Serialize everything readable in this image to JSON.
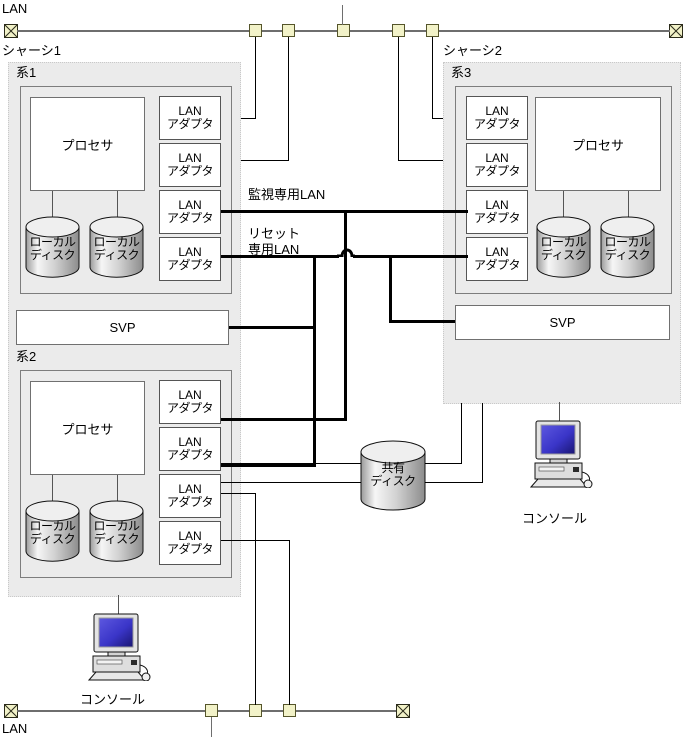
{
  "diagram": {
    "title": "",
    "labels": {
      "lan_top": "LAN",
      "lan_bottom": "LAN",
      "chassis1": "シャーシ1",
      "chassis2": "シャーシ2",
      "kei1": "系1",
      "kei2": "系2",
      "kei3": "系3",
      "monitor_lan": "監視専用LAN",
      "reset_lan_line1": "リセット",
      "reset_lan_line2": "専用LAN"
    },
    "nodes": {
      "processor": "プロセサ",
      "local_disk": {
        "line1": "ローカル",
        "line2": "ディスク"
      },
      "shared_disk": {
        "line1": "共有",
        "line2": "ディスク"
      },
      "lan_adapter": {
        "line1": "LAN",
        "line2": "アダプタ"
      },
      "svp": "SVP",
      "console": "コンソール"
    },
    "colors": {
      "panel": "#ebebeb",
      "box_fill": "#ffffff",
      "box_border": "#707070",
      "wire": "#000000",
      "backbone": "#6e6e6e",
      "tap_fill": "#f2f2c8",
      "tap_border": "#55552b",
      "screen_blue": "#3a35c8",
      "cyl_light": "#f4f4f4",
      "cyl_dark": "#8f8f8f"
    },
    "counts": {
      "chassis": 2,
      "systems": 3,
      "lan_adapters_per_system": 4,
      "local_disks_per_system": 2,
      "consoles": 2,
      "svp": 2,
      "shared_disk": 1,
      "lan_buses": 2
    },
    "chassis1": {
      "name": "シャーシ1",
      "systems": [
        {
          "name": "系1",
          "processor": "プロセサ",
          "local_disks": [
            "ローカルディスク",
            "ローカルディスク"
          ],
          "adapters": [
            "LANアダプタ",
            "LANアダプタ",
            "LANアダプタ",
            "LANアダプタ"
          ]
        },
        {
          "name": "系2",
          "processor": "プロセサ",
          "local_disks": [
            "ローカルディスク",
            "ローカルディスク"
          ],
          "adapters": [
            "LANアダプタ",
            "LANアダプタ",
            "LANアダプタ",
            "LANアダプタ"
          ]
        }
      ],
      "svp": "SVP"
    },
    "chassis2": {
      "name": "シャーシ2",
      "systems": [
        {
          "name": "系3",
          "processor": "プロセサ",
          "local_disks": [
            "ローカルディスク",
            "ローカルディスク"
          ],
          "adapters": [
            "LANアダプタ",
            "LANアダプタ",
            "LANアダプタ",
            "LANアダプタ"
          ]
        }
      ],
      "svp": "SVP"
    },
    "networks": [
      {
        "id": "lan-top",
        "label": "LAN",
        "position": "top"
      },
      {
        "id": "lan-bottom",
        "label": "LAN",
        "position": "bottom"
      },
      {
        "id": "monitor-lan",
        "label": "監視専用LAN",
        "style": "thick"
      },
      {
        "id": "reset-lan",
        "label": "リセット専用LAN",
        "style": "thick"
      }
    ]
  }
}
